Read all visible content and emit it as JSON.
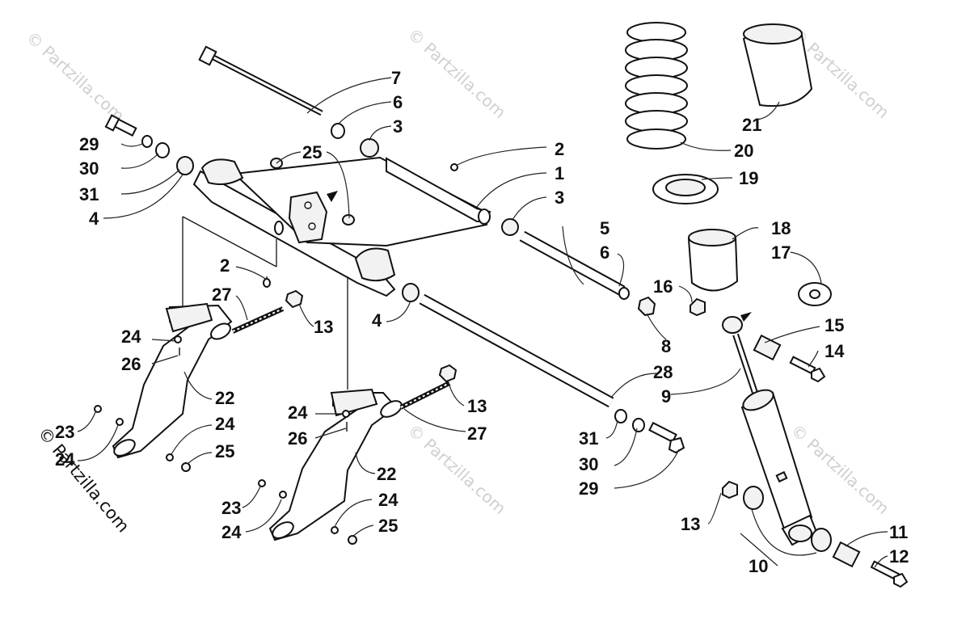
{
  "watermark": "© Partzilla.com",
  "callouts": {
    "c7": "7",
    "c6a": "6",
    "c3a": "3",
    "c29a": "29",
    "c30a": "30",
    "c31a": "31",
    "c4a": "4",
    "c25a": "25",
    "c2a": "2",
    "c1": "1",
    "c3b": "3",
    "c21": "21",
    "c20": "20",
    "c19": "19",
    "c18": "18",
    "c17": "17",
    "c5": "5",
    "c6b": "6",
    "c16": "16",
    "c2b": "2",
    "c27a": "27",
    "c13a": "13",
    "c4b": "4",
    "c8": "8",
    "c15": "15",
    "c14": "14",
    "c24a": "24",
    "c26a": "26",
    "c22a": "22",
    "c28": "28",
    "c9": "9",
    "c13b": "13",
    "c24b": "24",
    "c26b": "26",
    "c27b": "27",
    "c23a": "23",
    "c24c": "24",
    "c24d": "24",
    "c25b": "25",
    "c31b": "31",
    "c30b": "30",
    "c29b": "29",
    "c22b": "22",
    "c23b": "23",
    "c24e": "24",
    "c24f": "24",
    "c25c": "25",
    "c13c": "13",
    "c11": "11",
    "c12": "12",
    "c10": "10"
  },
  "side_copyright": "© Partzilla.com"
}
